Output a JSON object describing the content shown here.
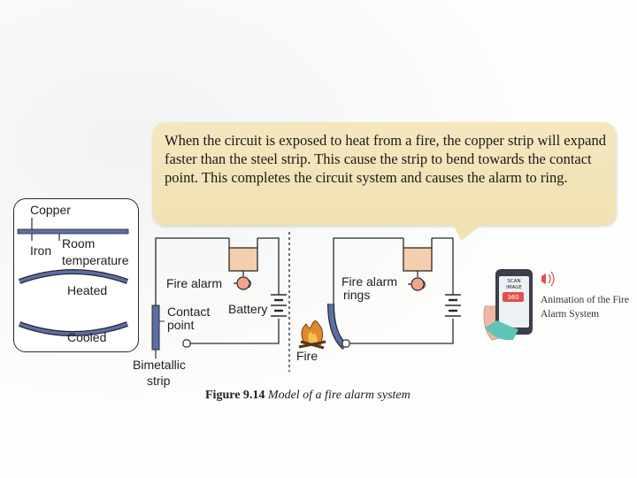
{
  "callout": {
    "text": "When the circuit is exposed to heat from a fire, the copper strip will expand faster than the steel strip. This cause the strip to bend towards the contact point. This completes the circuit system and causes the alarm to ring."
  },
  "inset": {
    "copper": "Copper",
    "iron": "Iron",
    "room_1": "Room",
    "room_2": "temperature",
    "heated": "Heated",
    "cooled": "Cooled"
  },
  "left_circuit": {
    "fire_alarm": "Fire alarm",
    "contact_1": "Contact",
    "contact_2": "point",
    "battery": "Battery",
    "bimetallic_1": "Bimetallic",
    "bimetallic_2": "strip"
  },
  "right_circuit": {
    "fire_alarm_1": "Fire alarm",
    "fire_alarm_2": "rings",
    "fire": "Fire"
  },
  "caption": {
    "label": "Figure 9.14",
    "title": "Model of a fire alarm system"
  },
  "phone": {
    "screen_line1": "SCAN",
    "screen_line2": "IMAGE",
    "badge": "360",
    "note": "Animation of the Fire Alarm System"
  },
  "colors": {
    "callout_bg": "#f1e2b4",
    "alarm_box": "#f4cfae",
    "strip_blue": "#5a6fa8",
    "phone_red": "#e0524a"
  }
}
